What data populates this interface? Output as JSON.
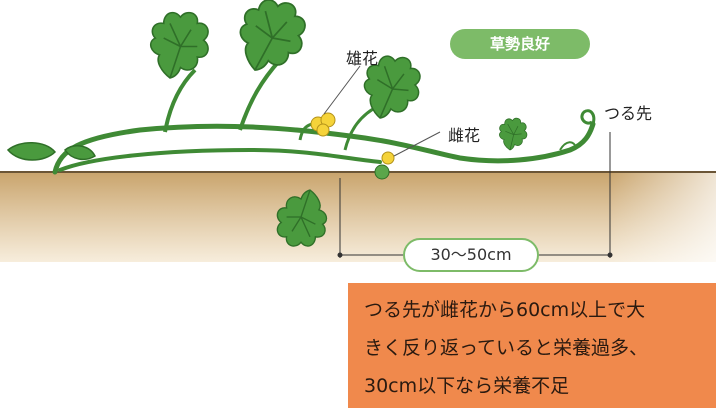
{
  "badge": "草勢良好",
  "labels": {
    "male_flower": "雄花",
    "female_flower": "雌花",
    "vine_tip": "つる先"
  },
  "distance_label": "30～50cm",
  "note": {
    "lines": [
      "つる先が雌花から60cm以上で大",
      "きく反り返っていると栄養過多、",
      "30cm以下なら栄養不足"
    ]
  },
  "colors": {
    "soil_top": "#c9a46c",
    "soil_bottom": "#f3e6cf",
    "ground_line": "#6b5536",
    "leaf": "#4a9a3e",
    "leaf_dark": "#2f6f28",
    "flower": "#f5d33a",
    "badge": "#7dbb68",
    "note_bg": "#f0894c"
  }
}
